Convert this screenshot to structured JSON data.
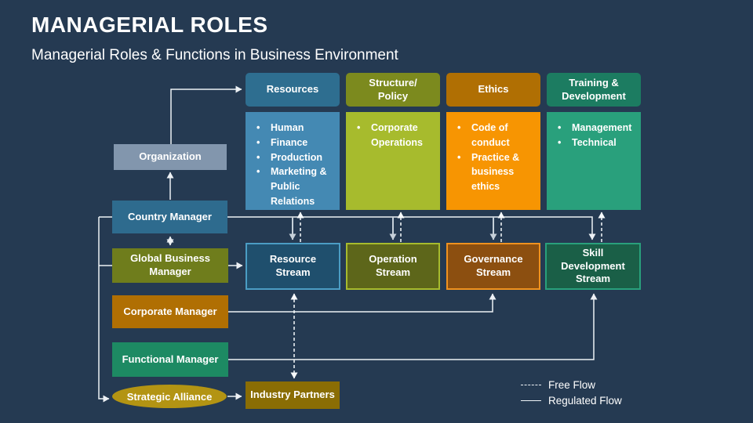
{
  "title": "MANAGERIAL ROLES",
  "subtitle": "Managerial Roles  & Functions in Business Environment",
  "background": "#253A52",
  "columns": [
    {
      "header": "Resources",
      "header_bg": "#2E6E90",
      "body_bg": "#4489B3",
      "items": [
        "Human",
        "Finance",
        "Production",
        "Marketing & Public Relations"
      ]
    },
    {
      "header": "Structure/ Policy",
      "header_bg": "#7C8A1E",
      "body_bg": "#A7BB2D",
      "items": [
        "Corporate Operations"
      ]
    },
    {
      "header": "Ethics",
      "header_bg": "#B06F03",
      "body_bg": "#F79502",
      "items": [
        "Code of conduct",
        "Practice & business ethics"
      ]
    },
    {
      "header": "Training & Development",
      "header_bg": "#1C7C61",
      "body_bg": "#29A07C",
      "items": [
        "Management",
        "Technical"
      ]
    }
  ],
  "org_chain": {
    "organization": {
      "label": "Organization",
      "bg": "#8296AD"
    },
    "country_manager": {
      "label": "Country Manager",
      "bg": "#2E6B8E"
    },
    "global_business_manager": {
      "label": "Global Business Manager",
      "bg": "#6F7D1C"
    },
    "corporate_manager": {
      "label": "Corporate Manager",
      "bg": "#B06F03"
    },
    "functional_manager": {
      "label": "Functional Manager",
      "bg": "#1D8A63"
    },
    "strategic_alliance": {
      "label": "Strategic Alliance",
      "bg": "#B39413"
    }
  },
  "streams": [
    {
      "label": "Resource Stream",
      "bg": "#1F4F6D",
      "border": "#4B9DC4"
    },
    {
      "label": "Operation Stream",
      "bg": "#5D661A",
      "border": "#A7BB2D"
    },
    {
      "label": "Governance Stream",
      "bg": "#8C4F10",
      "border": "#F0921F"
    },
    {
      "label": "Skill Development Stream",
      "bg": "#1A5F47",
      "border": "#29A07C"
    }
  ],
  "industry_partners": {
    "label": "Industry Partners",
    "bg": "#8A6D04"
  },
  "legend": {
    "free_flow": "Free Flow",
    "regulated_flow": "Regulated Flow"
  }
}
